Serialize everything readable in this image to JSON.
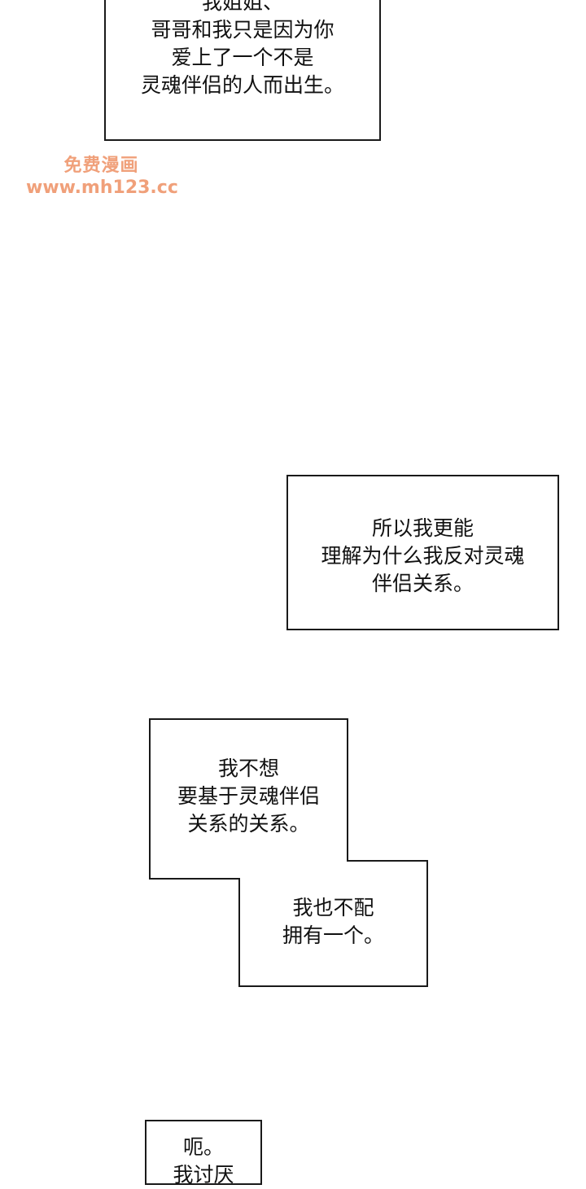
{
  "watermark": {
    "title": "免费漫画",
    "url": "www.mh123.cc"
  },
  "panel_1": {
    "lines": [
      "我姐姐、",
      "哥哥和我只是因为你",
      "爱上了一个不是",
      "灵魂伴侣的人而出生。"
    ]
  },
  "panel_2": {
    "lines": [
      "所以我更能",
      "理解为什么我反对灵魂",
      "伴侣关系。"
    ]
  },
  "panel_3": {
    "lines": [
      "我不想",
      "要基于灵魂伴侣",
      "关系的关系。"
    ]
  },
  "panel_4": {
    "lines": [
      "我也不配",
      "拥有一个。"
    ]
  },
  "panel_5": {
    "lines": [
      "呃。",
      "我讨厌"
    ]
  }
}
